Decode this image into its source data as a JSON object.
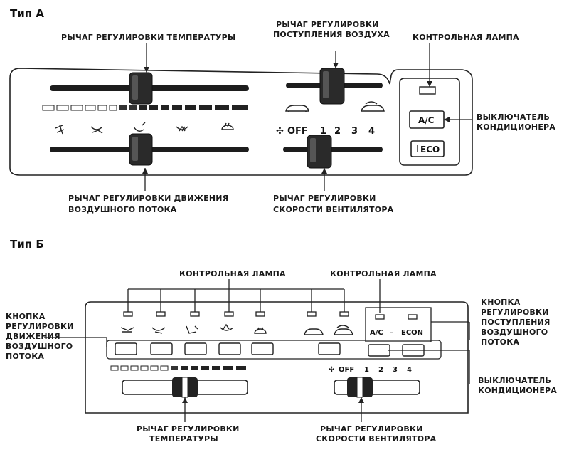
{
  "typeA": {
    "heading": "Тип А",
    "labels": {
      "temp_lever": "РЫЧАГ РЕГУЛИРОВКИ ТЕМПЕРАТУРЫ",
      "intake_lever_1": "РЫЧАГ РЕГУЛИРОВКИ",
      "intake_lever_2": "ПОСТУПЛЕНИЯ ВОЗДУХА",
      "indicator_lamp": "КОНТРОЛЬНАЯ ЛАМПА",
      "ac_switch_1": "ВЫКЛЮЧАТЕЛЬ",
      "ac_switch_2": "КОНДИЦИОНЕРА",
      "airflow_lever_1": "РЫЧАГ РЕГУЛИРОВКИ ДВИЖЕНИЯ",
      "airflow_lever_2": "ВОЗДУШНОГО ПОТОКА",
      "fan_lever_1": "РЫЧАГ РЕГУЛИРОВКИ",
      "fan_lever_2": "СКОРОСТИ ВЕНТИЛЯТОРА"
    },
    "fan_scale": [
      "OFF",
      "1",
      "2",
      "3",
      "4"
    ],
    "buttons": {
      "ac": "A/C",
      "eco": "ECO"
    }
  },
  "typeB": {
    "heading": "Тип Б",
    "labels": {
      "indicator_lamp_left": "КОНТРОЛЬНАЯ ЛАМПА",
      "indicator_lamp_right": "КОНТРОЛЬНАЯ ЛАМПА",
      "airflow_button_1": "КНОПКА",
      "airflow_button_2": "РЕГУЛИРОВКИ",
      "airflow_button_3": "ДВИЖЕНИЯ",
      "airflow_button_4": "ВОЗДУШНОГО",
      "airflow_button_5": "ПОТОКА",
      "intake_button_1": "КНОПКА",
      "intake_button_2": "РЕГУЛИРОВКИ",
      "intake_button_3": "ПОСТУПЛЕНИЯ",
      "intake_button_4": "ВОЗДУШНОГО",
      "intake_button_5": "ПОТОКА",
      "ac_switch_1": "ВЫКЛЮЧАТЕЛЬ",
      "ac_switch_2": "КОНДИЦИОНЕРА",
      "temp_lever_1": "РЫЧАГ РЕГУЛИРОВКИ",
      "temp_lever_2": "ТЕМПЕРАТУРЫ",
      "fan_lever_1": "РЫЧАГ РЕГУЛИРОВКИ",
      "fan_lever_2": "СКОРОСТИ ВЕНТИЛЯТОРА"
    },
    "fan_scale": [
      "OFF",
      "1",
      "2",
      "3",
      "4"
    ],
    "indicator_text": {
      "ac": "A/C",
      "dash": "–",
      "econ": "ECON"
    }
  }
}
